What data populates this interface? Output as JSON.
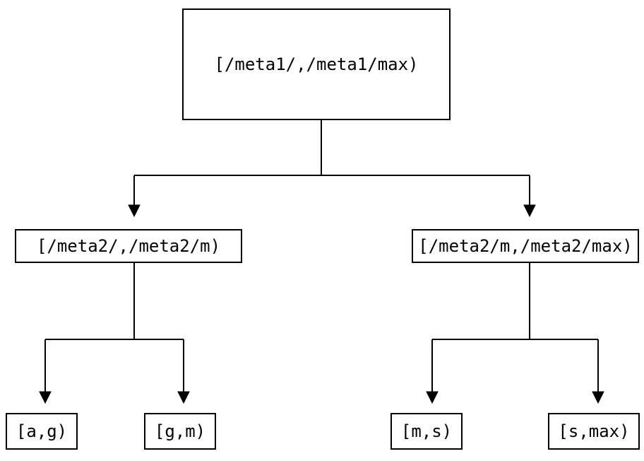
{
  "tree": {
    "root": {
      "label": "[/meta1/,/meta1/max)"
    },
    "children": [
      {
        "label": "[/meta2/,/meta2/m)"
      },
      {
        "label": "[/meta2/m,/meta2/max)"
      }
    ],
    "leaves": [
      {
        "label": "[a,g)"
      },
      {
        "label": "[g,m)"
      },
      {
        "label": "[m,s)"
      },
      {
        "label": "[s,max)"
      }
    ]
  },
  "colors": {
    "line": "#000000",
    "background": "#ffffff"
  }
}
